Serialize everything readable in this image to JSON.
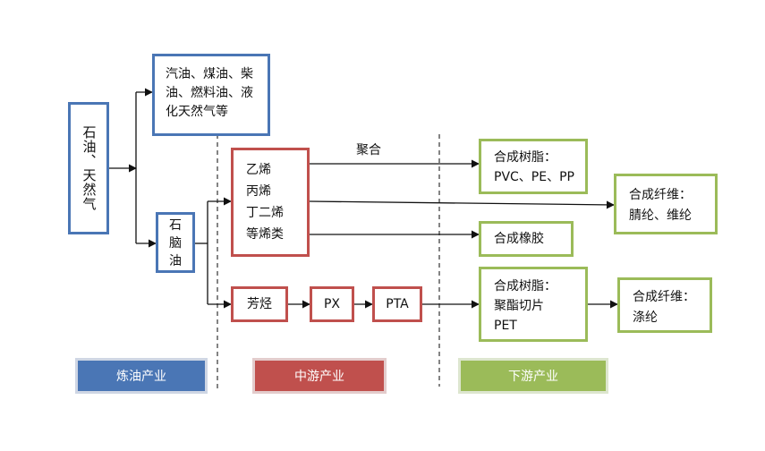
{
  "nodes": {
    "crude": {
      "lines": [
        "石油、天然气"
      ]
    },
    "refined": {
      "lines": [
        "汽油、煤油、柴",
        "油、燃料油、液",
        "化天然气等"
      ]
    },
    "naphtha": {
      "lines": [
        "石",
        "脑",
        "油"
      ]
    },
    "olefins": {
      "lines": [
        "乙烯",
        "丙烯",
        "丁二烯",
        "等烯类"
      ]
    },
    "aromatics": {
      "lines": [
        "芳烃"
      ]
    },
    "px": {
      "lines": [
        "PX"
      ]
    },
    "pta": {
      "lines": [
        "PTA"
      ]
    },
    "resin1": {
      "lines": [
        "合成树脂：",
        "PVC、PE、PP"
      ]
    },
    "fiber1": {
      "lines": [
        "合成纤维：",
        "腈纶、维纶"
      ]
    },
    "rubber": {
      "lines": [
        "合成橡胶"
      ]
    },
    "resin2": {
      "lines": [
        "合成树脂：",
        "聚酯切片",
        "PET"
      ]
    },
    "fiber2": {
      "lines": [
        "合成纤维：",
        "涤纶"
      ]
    }
  },
  "edge_label_polymerization": "聚合",
  "stages": {
    "upstream": {
      "label": "炼油产业",
      "color": "#4a76b5"
    },
    "midstream": {
      "label": "中游产业",
      "color": "#c0504d"
    },
    "downstream": {
      "label": "下游产业",
      "color": "#9bbb59"
    }
  }
}
